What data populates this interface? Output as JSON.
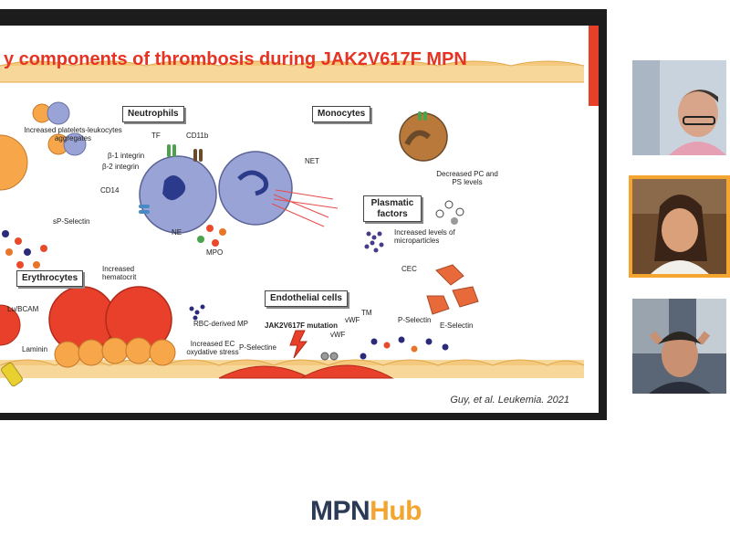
{
  "slide": {
    "title": "y components of thrombosis during JAK2V617F MPN",
    "citation": "Guy, et al. Leukemia. 2021",
    "sections": {
      "neutrophils": "Neutrophils",
      "monocytes": "Monocytes",
      "erythrocytes": "Erythrocytes",
      "endothelial": "Endothelial cells",
      "plasmatic": "Plasmatic factors"
    },
    "labels": {
      "platelet_aggregates": "Increased platelets-leukocytes aggregates",
      "sp_selectin": "sP-Selectin",
      "tf": "TF",
      "cd11b": "CD11b",
      "b1_integrin": "β-1 integrin",
      "b2_integrin": "β-2 integrin",
      "cd14": "CD14",
      "net": "NET",
      "ne": "NE",
      "mpo": "MPO",
      "pc_ps": "Decreased PC and PS levels",
      "microparticles": "Increased levels of microparticles",
      "cec": "CEC",
      "hematocrit": "Increased hematocrit",
      "rbc_mp": "RBC-derived MP",
      "ec_stress": "Increased EC oxydative stress",
      "lu_bcam": "Lu/BCAM",
      "laminin": "Laminin",
      "jak2_mutation": "JAK2V617F mutation",
      "p_selectine": "P-Selectine",
      "vwf_1": "vWF",
      "vwf_2": "vWF",
      "tm": "TM",
      "p_selectin": "P-Selectin",
      "e_selectin": "E-Selectin"
    }
  },
  "participants": [
    {
      "name": "participant-1",
      "bg": "#c9d3de"
    },
    {
      "name": "participant-2",
      "bg": "#6b4a2e"
    },
    {
      "name": "participant-3",
      "bg": "#5a6675"
    }
  ],
  "brand": {
    "part1": "MPN",
    "part2": "Hub",
    "color_dark": "#2b3a55",
    "color_accent": "#f3a52f"
  },
  "colors": {
    "tile_border": "#f3a52f",
    "slide_accent": "#e63323"
  }
}
